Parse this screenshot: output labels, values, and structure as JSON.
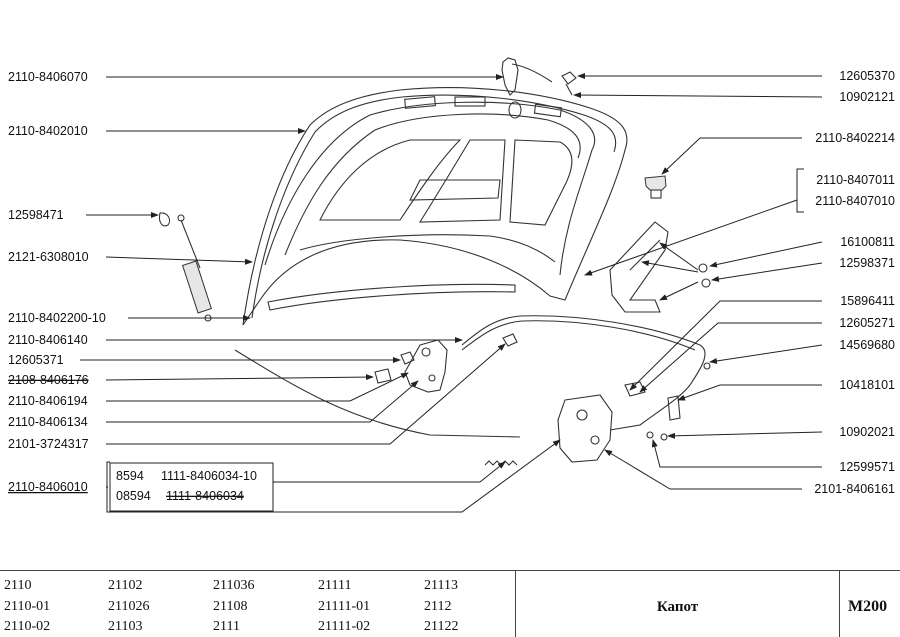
{
  "diagram": {
    "left_labels": [
      "2110-8406070",
      "2110-8402010",
      "12598471",
      "2121-6308010",
      "2110-8402200-10",
      "2110-8406140",
      "12605371",
      "2108-8406176",
      "2110-8406194",
      "2110-8406134",
      "2101-3724317",
      "2110-8406010"
    ],
    "right_labels": [
      "12605370",
      "10902121",
      "2110-8402214",
      "2110-8407011",
      "2110-8407010",
      "16100811",
      "12598371",
      "15896411",
      "12605271",
      "14569680",
      "10418101",
      "10902021",
      "12599571",
      "2101-8406161"
    ],
    "box_rows": [
      {
        "a": "8594",
        "b": "1111-8406034-10"
      },
      {
        "a": "08594",
        "b": "1111-8406034"
      }
    ]
  },
  "footer": {
    "models": [
      [
        "2110",
        "21102",
        "211036",
        "21111",
        "21113"
      ],
      [
        "2110-01",
        "211026",
        "21108",
        "21111-01",
        "2112"
      ],
      [
        "2110-02",
        "21103",
        "2111",
        "21111-02",
        "21122"
      ]
    ],
    "title": "Капот",
    "code": "M200"
  }
}
